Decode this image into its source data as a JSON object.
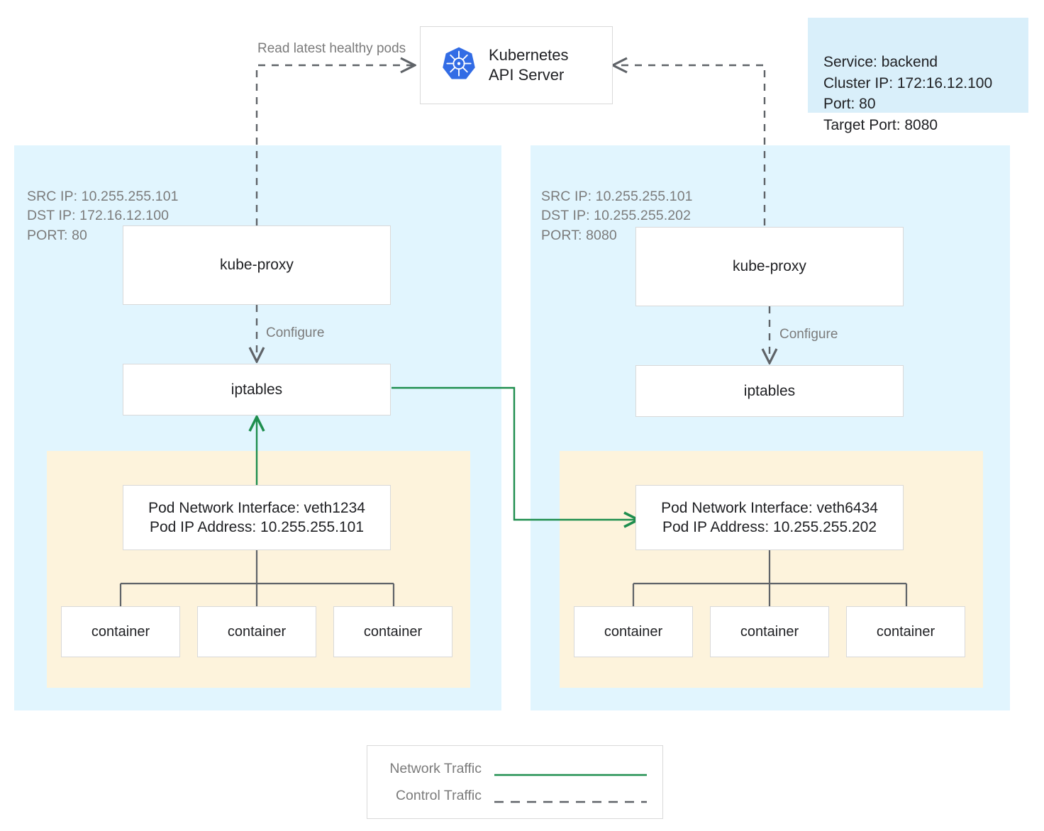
{
  "diagram": {
    "title": "Kubernetes kube-proxy iptables service routing",
    "colors": {
      "node_bg": "#e1f5fe",
      "pod_bg": "#fdf3dc",
      "service_box_bg": "#d9effa",
      "network_traffic": "#1e8e4e",
      "control_traffic": "#5f6368",
      "box_border": "#d9d9d9",
      "muted_text": "#7b7b7b",
      "k8s_blue": "#326ce5"
    }
  },
  "api_server": {
    "label": "Kubernetes\nAPI Server",
    "icon": "kubernetes-logo-icon"
  },
  "service_info": {
    "text": "Service: backend\nCluster IP: 172:16.12.100\nPort: 80\nTarget Port: 8080"
  },
  "edges": {
    "read_pods_label": "Read latest healthy pods",
    "configure_label_left": "Configure",
    "configure_label_right": "Configure"
  },
  "nodes": [
    {
      "id": "node-left",
      "ip_info": "SRC IP: 10.255.255.101\nDST IP: 172.16.12.100\nPORT: 80",
      "kube_proxy_label": "kube-proxy",
      "iptables_label": "iptables",
      "pod": {
        "interface_line1": "Pod Network Interface: veth1234",
        "interface_line2": "Pod IP Address: 10.255.255.101",
        "containers": [
          "container",
          "container",
          "container"
        ]
      }
    },
    {
      "id": "node-right",
      "ip_info": "SRC IP: 10.255.255.101\nDST IP: 10.255.255.202\nPORT: 8080",
      "kube_proxy_label": "kube-proxy",
      "iptables_label": "iptables",
      "pod": {
        "interface_line1": "Pod Network Interface: veth6434",
        "interface_line2": "Pod IP Address: 10.255.255.202",
        "containers": [
          "container",
          "container",
          "container"
        ]
      }
    }
  ],
  "legend": {
    "rows": [
      {
        "label": "Network Traffic",
        "style": "solid"
      },
      {
        "label": "Control Traffic",
        "style": "dashed"
      }
    ]
  }
}
